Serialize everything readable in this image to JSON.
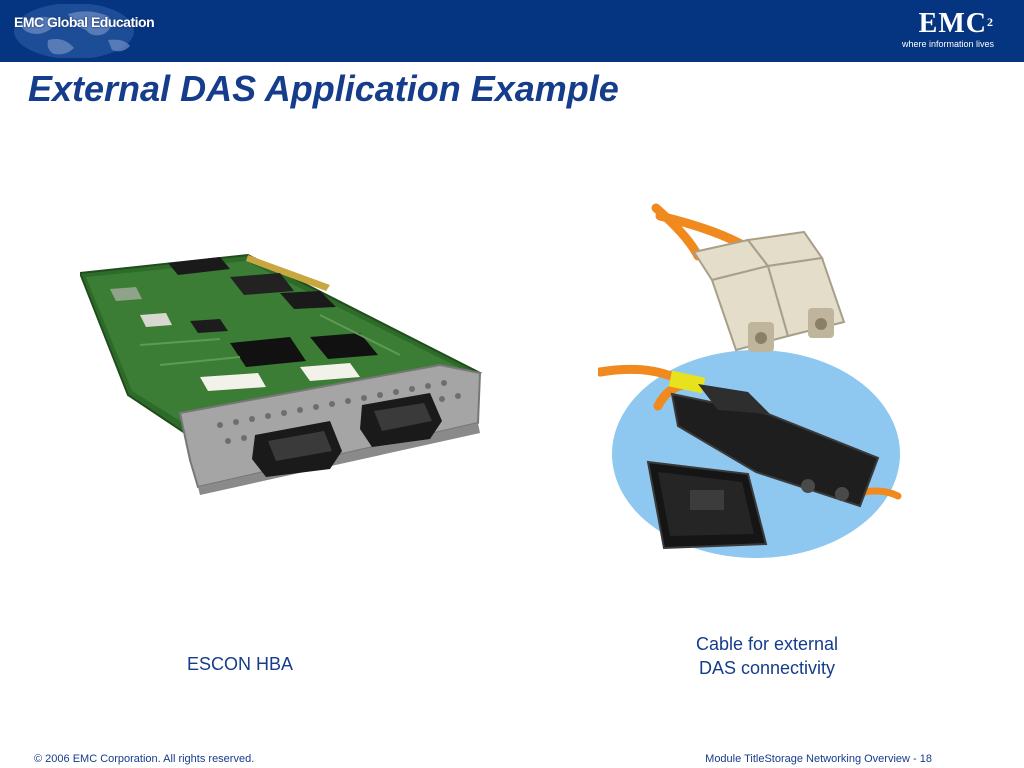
{
  "header": {
    "education_label": "EMC Global Education",
    "logo_word": "EMC",
    "logo_superscript": "2",
    "logo_tagline": "where information lives"
  },
  "slide": {
    "title": "External DAS Application Example",
    "hba_caption": "ESCON HBA",
    "cable_caption_line1": "Cable for external",
    "cable_caption_line2": "DAS connectivity"
  },
  "footer": {
    "copyright": "© 2006 EMC Corporation. All rights reserved.",
    "module": "Module TitleStorage Networking Overview",
    "separator": " - ",
    "page_number": "18"
  },
  "colors": {
    "header_bg": "#053581",
    "title_text": "#163c8c",
    "pcb_green": "#2e6b2a",
    "cable_orange": "#f08a1e",
    "connector_beige": "#e4ddca",
    "bubble_blue": "#8ec7ef"
  }
}
